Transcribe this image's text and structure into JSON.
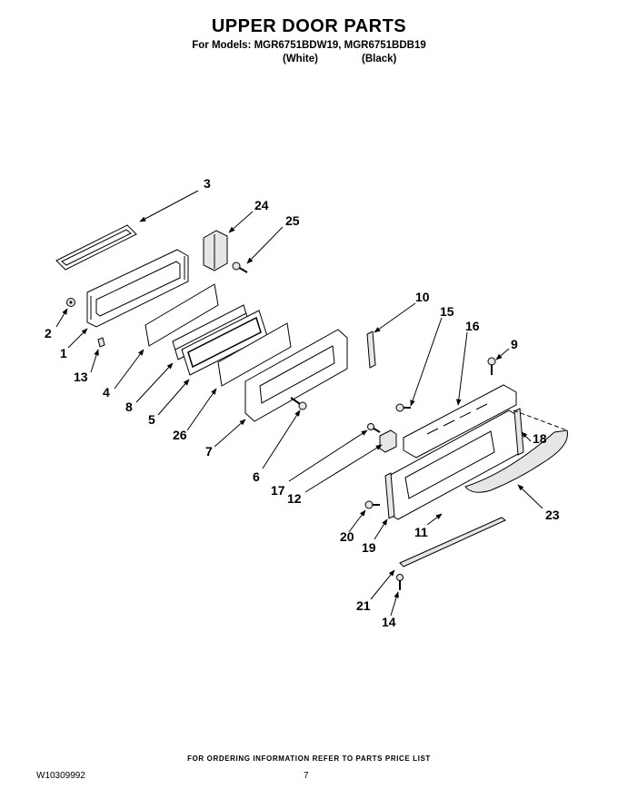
{
  "header": {
    "title": "UPPER DOOR PARTS",
    "models_line": "For Models: MGR6751BDW19, MGR6751BDB19",
    "color_white": "(White)",
    "color_black": "(Black)"
  },
  "callouts": {
    "c1": "1",
    "c2": "2",
    "c3": "3",
    "c4": "4",
    "c5": "5",
    "c6": "6",
    "c7": "7",
    "c8": "8",
    "c9": "9",
    "c10": "10",
    "c11": "11",
    "c12": "12",
    "c13": "13",
    "c14": "14",
    "c15": "15",
    "c16": "16",
    "c17": "17",
    "c18": "18",
    "c19": "19",
    "c20": "20",
    "c21": "21",
    "c23": "23",
    "c24": "24",
    "c25": "25",
    "c26": "26"
  },
  "footer": {
    "note": "FOR ORDERING INFORMATION REFER TO PARTS PRICE LIST",
    "doc_number": "W10309992",
    "page_number": "7"
  }
}
